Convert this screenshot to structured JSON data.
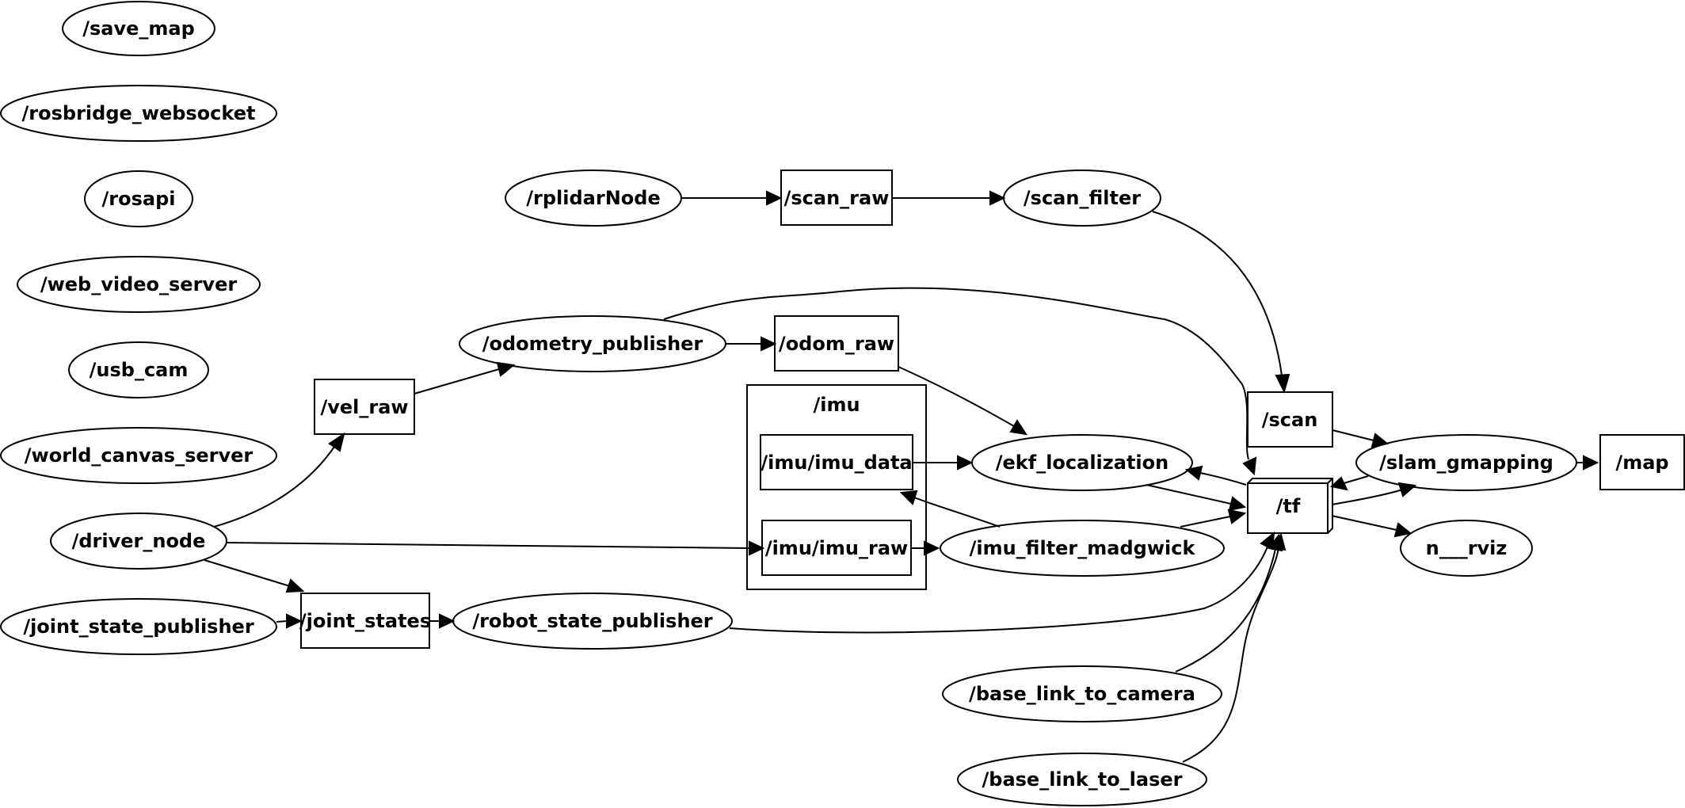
{
  "graph": {
    "nodes": {
      "save_map": "/save_map",
      "rosbridge_websocket": "/rosbridge_websocket",
      "rosapi": "/rosapi",
      "web_video_server": "/web_video_server",
      "usb_cam": "/usb_cam",
      "world_canvas_server": "/world_canvas_server",
      "driver_node": "/driver_node",
      "joint_state_publisher": "/joint_state_publisher",
      "vel_raw": "/vel_raw",
      "joint_states": "/joint_states",
      "odometry_publisher": "/odometry_publisher",
      "robot_state_publisher": "/robot_state_publisher",
      "rplidarNode": "/rplidarNode",
      "scan_raw": "/scan_raw",
      "scan_filter": "/scan_filter",
      "odom_raw": "/odom_raw",
      "imu_cluster": "/imu",
      "imu_data": "/imu/imu_data",
      "imu_raw": "/imu/imu_raw",
      "ekf_localization": "/ekf_localization",
      "imu_filter_madgwick": "/imu_filter_madgwick",
      "base_link_to_camera": "/base_link_to_camera",
      "base_link_to_laser": "/base_link_to_laser",
      "scan": "/scan",
      "tf": "/tf",
      "slam_gmapping": "/slam_gmapping",
      "rviz": "n___rviz",
      "map": "/map"
    }
  }
}
